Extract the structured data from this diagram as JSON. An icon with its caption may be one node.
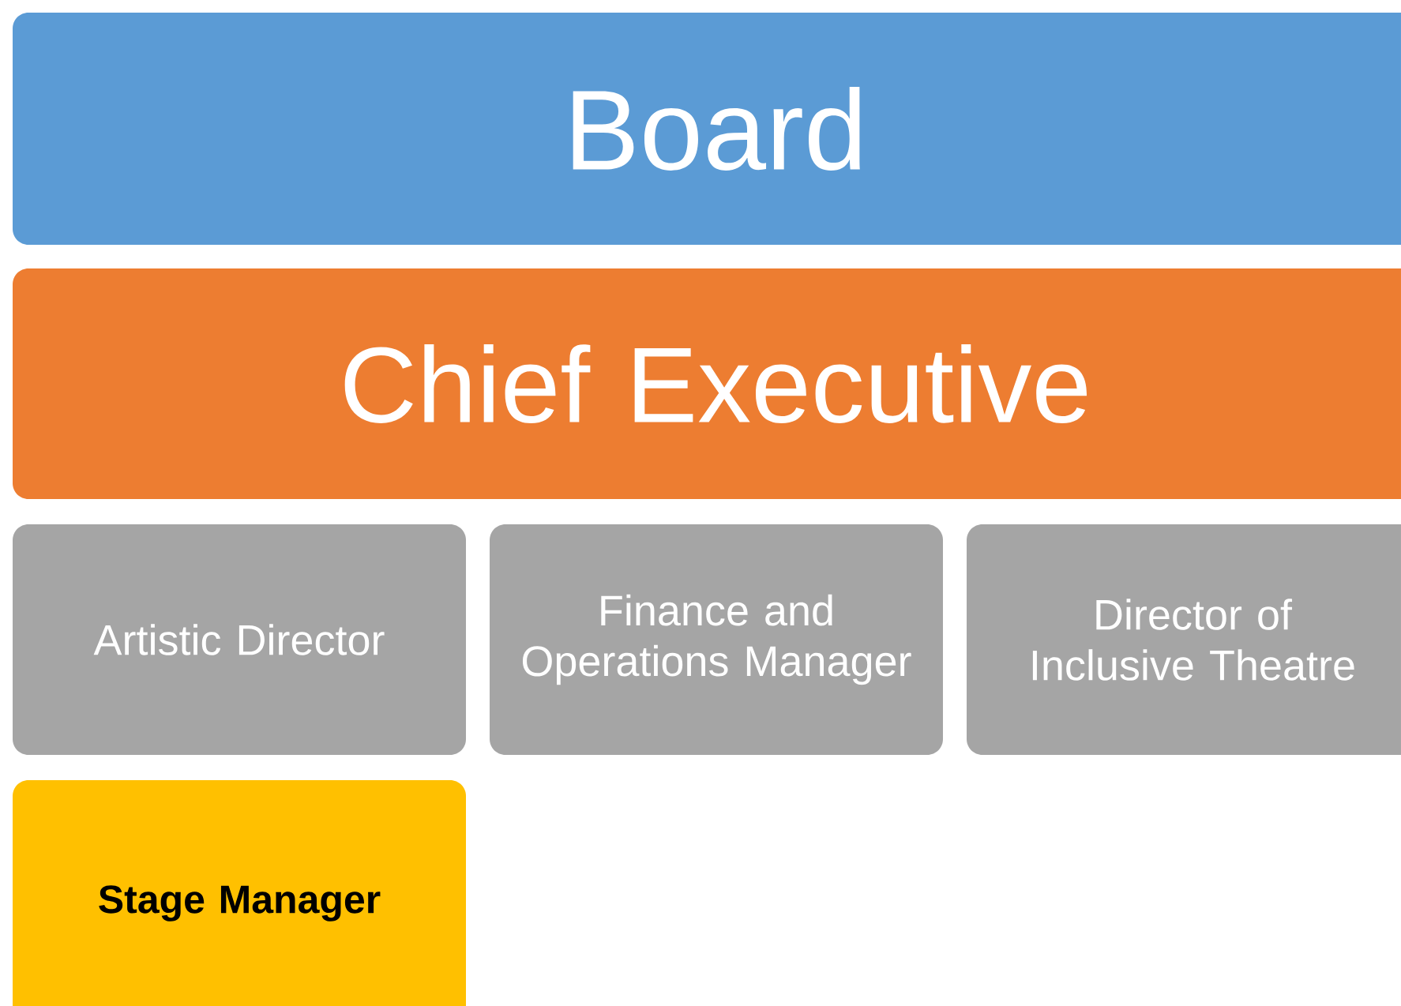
{
  "diagram": {
    "nodes": [
      {
        "text": [
          "Board"
        ]
      },
      {
        "text": [
          "Chief Executive"
        ]
      },
      {
        "text": [
          "Artistic Director"
        ]
      },
      {
        "text": [
          "Finance and Operations Manager"
        ]
      },
      {
        "text": [
          "Director of Inclusive Theatre"
        ]
      },
      {
        "text": [
          "Stage Manager"
        ]
      }
    ]
  }
}
